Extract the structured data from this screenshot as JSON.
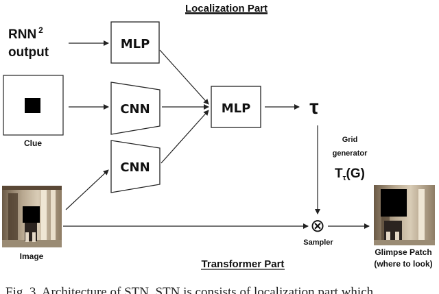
{
  "titles": {
    "localization": "Localization Part",
    "transformer": "Transformer Part"
  },
  "inputs": {
    "rnn_line1": "RNN",
    "rnn_sup": "2",
    "rnn_line2": "output",
    "clue": "Clue",
    "image": "Image"
  },
  "blocks": {
    "mlp_top": "MLP",
    "cnn_clue": "CNN",
    "cnn_image": "CNN",
    "mlp_center": "MLP"
  },
  "tau": "τ",
  "grid": {
    "line1": "Grid",
    "line2": "generator",
    "formula_T": "T",
    "formula_sub": "τ",
    "formula_rest": "(G)"
  },
  "sampler": {
    "symbol": "⊗",
    "label": "Sampler"
  },
  "output": {
    "line1": "Glimpse Patch",
    "line2": "(where to look)"
  },
  "caption": "Fig. 3. Architecture of STN. STN is consists of localization part which"
}
